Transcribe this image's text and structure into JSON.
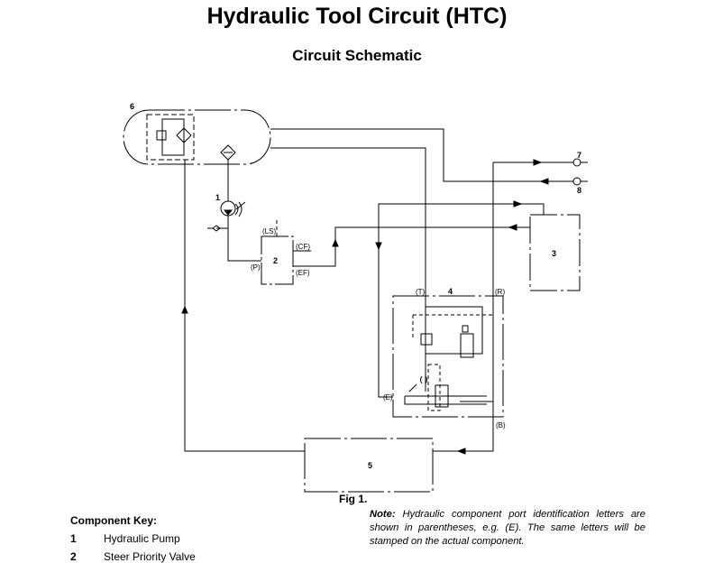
{
  "title": "Hydraulic Tool Circuit (HTC)",
  "subtitle": "Circuit Schematic",
  "diagram": {
    "components": [
      "1",
      "2",
      "3",
      "4",
      "5",
      "6",
      "7",
      "8"
    ],
    "ports": {
      "ls": "(LS)",
      "p": "(P)",
      "cf": "(CF)",
      "ef": "(EF)",
      "t": "(T)",
      "r": "(R)",
      "e": "(E)",
      "b": "(B)"
    }
  },
  "figure_caption": "Fig 1.",
  "note": {
    "label": "Note:",
    "text": " Hydraulic component port identification letters are shown in parentheses, e.g. (E). The same letters will be stamped on the actual component."
  },
  "component_key": {
    "heading": "Component Key:",
    "items": [
      {
        "num": "1",
        "label": "Hydraulic Pump"
      },
      {
        "num": "2",
        "label": "Steer Priority Valve"
      }
    ]
  }
}
